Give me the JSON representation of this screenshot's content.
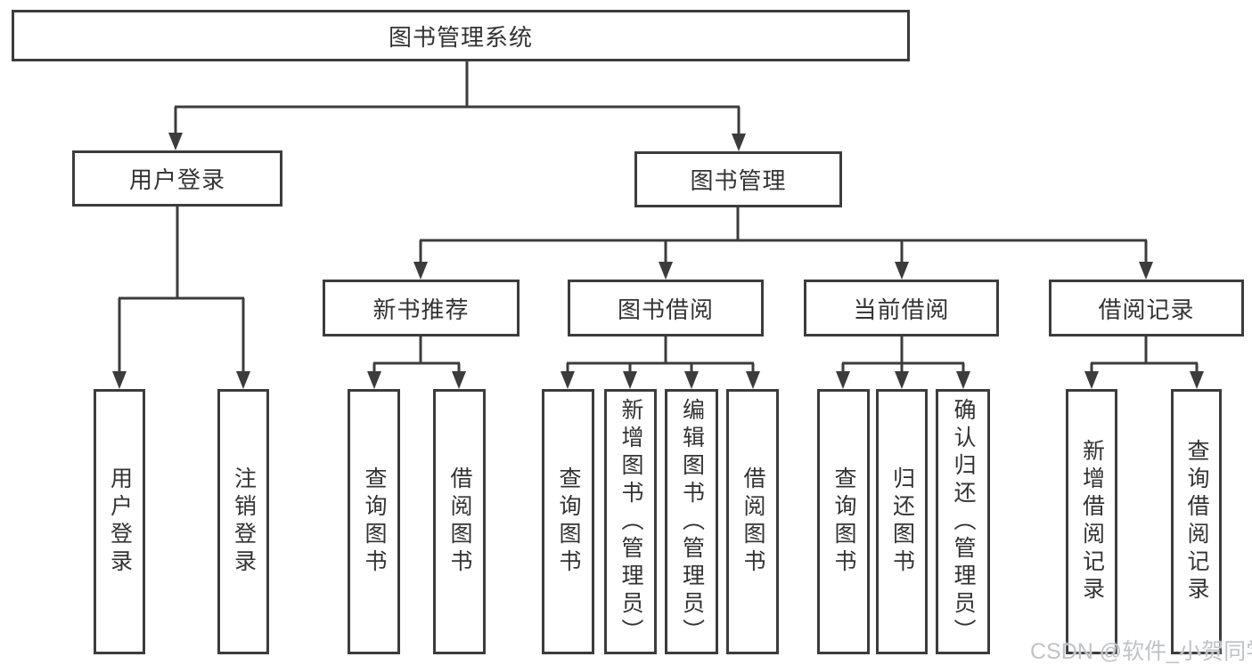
{
  "diagram": {
    "root": {
      "label": "图书管理系统"
    },
    "level2": [
      {
        "label": "用户登录"
      },
      {
        "label": "图书管理"
      }
    ],
    "level3": [
      {
        "label": "新书推荐"
      },
      {
        "label": "图书借阅"
      },
      {
        "label": "当前借阅"
      },
      {
        "label": "借阅记录"
      }
    ],
    "leaves": {
      "user_login": [
        "用户登录",
        "注销登录"
      ],
      "new_book": [
        "查询图书",
        "借阅图书"
      ],
      "book_borrow": [
        "查询图书",
        "新增图书（管理员）",
        "编辑图书（管理员）",
        "借阅图书"
      ],
      "current_borrow": [
        "查询图书",
        "归还图书",
        "确认归还（管理员）"
      ],
      "borrow_records": [
        "新增借阅记录",
        "查询借阅记录"
      ]
    },
    "colors": {
      "line": "#3c3c3c",
      "text": "#333333",
      "box_background": "#ffffff",
      "watermark": "#c0c3c7"
    }
  },
  "watermark": {
    "text": "CSDN @软件_小贺同学"
  }
}
